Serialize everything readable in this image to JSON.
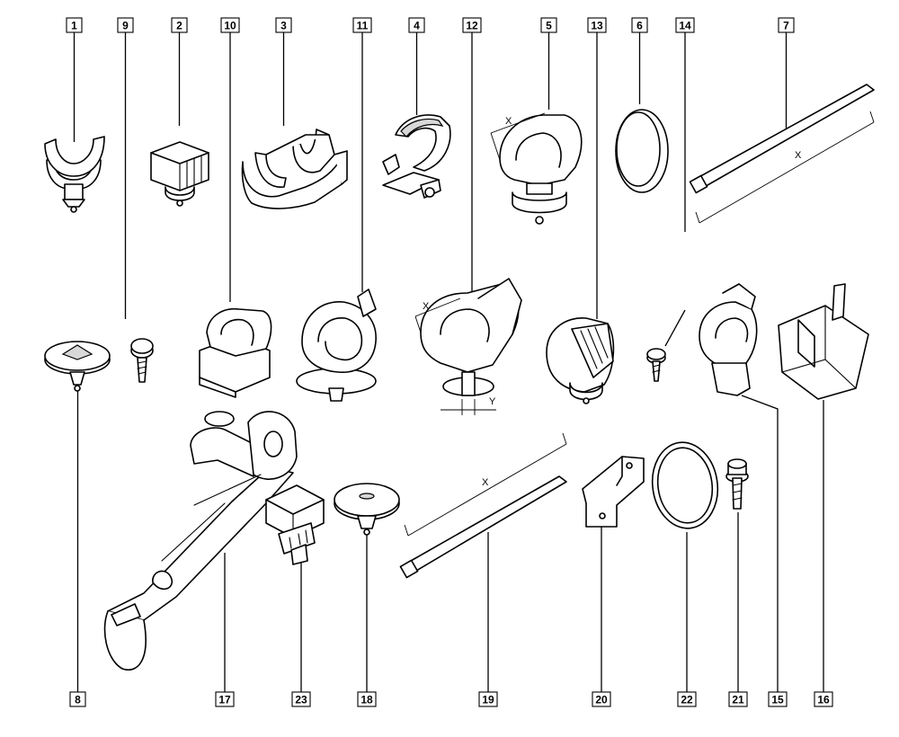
{
  "callouts": {
    "c1": "1",
    "c2": "2",
    "c3": "3",
    "c4": "4",
    "c5": "5",
    "c6": "6",
    "c7": "7",
    "c8": "8",
    "c9": "9",
    "c10": "10",
    "c11": "11",
    "c12": "12",
    "c13": "13",
    "c14": "14",
    "c15": "15",
    "c16": "16",
    "c17": "17",
    "c18": "18",
    "c19": "19",
    "c20": "20",
    "c21": "21",
    "c22": "22",
    "c23": "23"
  },
  "dimensions": {
    "x_part5": "X",
    "x_part7": "X",
    "x_part12": "X",
    "y_part12": "Y",
    "x_part19": "X"
  }
}
